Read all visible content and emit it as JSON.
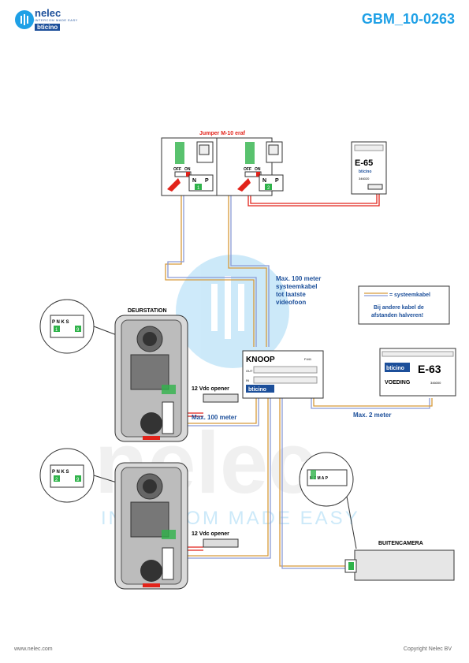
{
  "header": {
    "brand_name": "nelec",
    "brand_tagline": "INTERCOM MADE EASY",
    "brand_sub": "bticino",
    "doc_code": "GBM_10-0263"
  },
  "labels": {
    "jumper": "Jumper M-10 eraf",
    "jumper_off": "OFF",
    "jumper_on": "ON",
    "n": "N",
    "p": "P",
    "monitor1_num": "1",
    "monitor2_num": "2",
    "e65_title": "E-65",
    "e65_brand": "bticino",
    "e65_code": "346020",
    "max100_top_l1": "Max. 100 meter",
    "max100_top_l2": "systeemkabel",
    "max100_top_l3": "tot laatste",
    "max100_top_l4": "videofoon",
    "legend_line": "= systeemkabel",
    "legend_l1": "Bij andere kabel de",
    "legend_l2": "afstanden halveren!",
    "deurstation": "DEURSTATION",
    "knoop": "KNOOP",
    "knoop_code": "F441",
    "knoop_brand": "bticino",
    "out": "OUT",
    "in": "IN",
    "e63_brand": "bticino",
    "e63_title": "E-63",
    "voeding": "VOEDING",
    "e63_code": "346000",
    "max2": "Max. 2 meter",
    "opener1": "12 Vdc opener",
    "opener2": "12 Vdc opener",
    "max100_mid": "Max. 100 meter",
    "buitencamera": "BUITENCAMERA",
    "cam_terms": "N Z M A P",
    "inset1_header": "P N K S",
    "inset1_a": "1",
    "inset1_b": "9",
    "inset2_a": "2",
    "inset2_b": "9",
    "watermark_big": "nelec",
    "watermark_tag": "INTERCOM MADE EASY"
  },
  "footer": {
    "left": "www.nelec.com",
    "right": "Copyright Nelec BV"
  },
  "colors": {
    "accent": "#1ea0e6",
    "brand": "#1c4f9a",
    "red": "#e2231a",
    "green": "#2fb34a",
    "cable_orange": "#d79a3a",
    "cable_blue": "#8a9ad6"
  }
}
